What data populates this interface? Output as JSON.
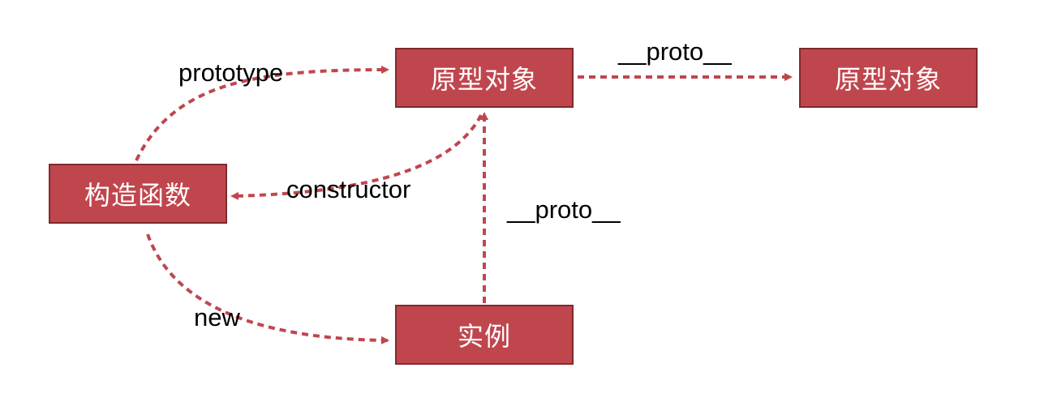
{
  "colors": {
    "node_fill": "#c0464e",
    "node_border": "#7f2a2c",
    "edge": "#c0464e",
    "text": "#ffffff",
    "label": "#000000"
  },
  "nodes": {
    "constructor_fn": {
      "label": "构造函数"
    },
    "prototype_obj": {
      "label": "原型对象"
    },
    "proto_of_proto": {
      "label": "原型对象"
    },
    "instance": {
      "label": "实例"
    }
  },
  "edges": {
    "prototype": {
      "label": "prototype"
    },
    "constructor": {
      "label": "constructor"
    },
    "new": {
      "label": "new"
    },
    "instance_proto": {
      "label": "__proto__"
    },
    "chain_proto": {
      "label": "__proto__"
    }
  }
}
